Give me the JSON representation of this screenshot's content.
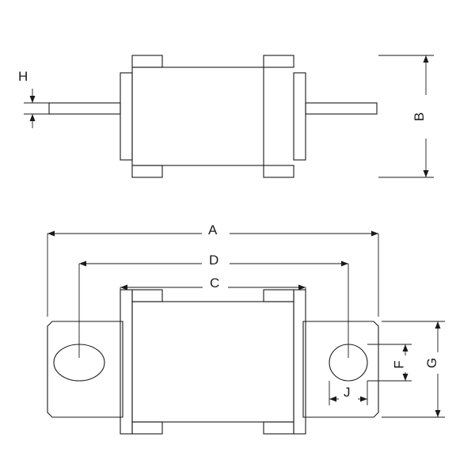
{
  "figure": {
    "title": "",
    "background_color": "#ffffff",
    "line_color": "#1a1a1a",
    "views": [
      {
        "name": "side-view",
        "label": ""
      },
      {
        "name": "top-view",
        "label": ""
      }
    ]
  },
  "dimension_labels": {
    "A": "A",
    "B": "B",
    "C": "C",
    "D": "D",
    "F": "F",
    "G": "G",
    "H": "H",
    "J": "J"
  }
}
